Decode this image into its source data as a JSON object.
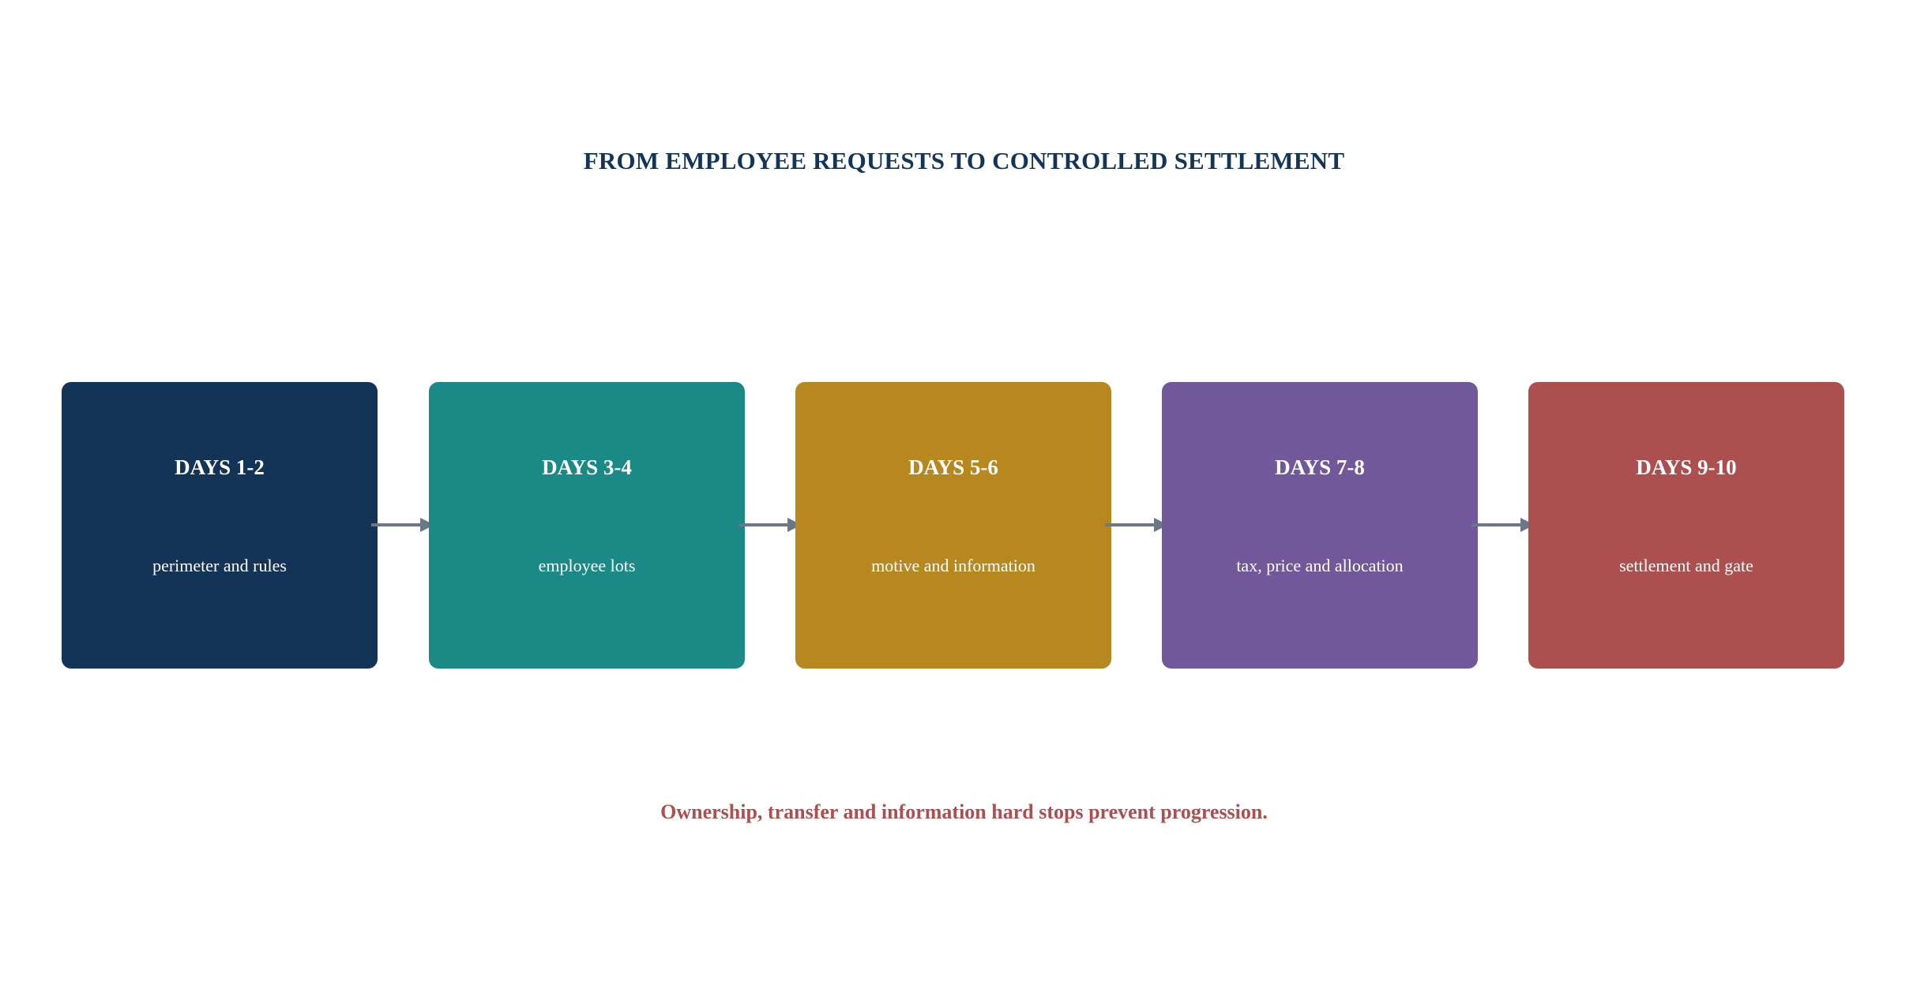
{
  "title": "FROM EMPLOYEE REQUESTS TO CONTROLLED SETTLEMENT",
  "colors": {
    "title": "#14355a",
    "footer": "#ac4f4f",
    "arrow": "#6b7785"
  },
  "stages": [
    {
      "label": "DAYS 1-2",
      "description": "perimeter and rules",
      "color": "#143457"
    },
    {
      "label": "DAYS 3-4",
      "description": "employee lots",
      "color": "#1b8a86"
    },
    {
      "label": "DAYS 5-6",
      "description": "motive and information",
      "color": "#b88820"
    },
    {
      "label": "DAYS 7-8",
      "description": "tax, price and allocation",
      "color": "#70589b"
    },
    {
      "label": "DAYS 9-10",
      "description": "settlement and gate",
      "color": "#ac4f4f"
    }
  ],
  "footer": "Ownership, transfer and information hard stops prevent progression."
}
